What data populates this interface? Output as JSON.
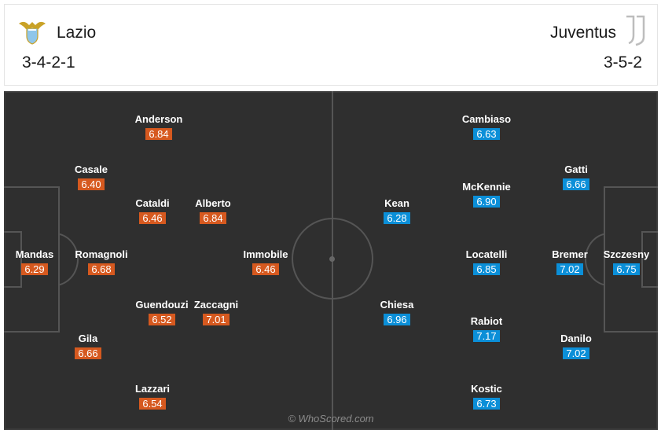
{
  "home": {
    "name": "Lazio",
    "formation": "3-4-2-1",
    "crest_icon": "lazio-eagle-crest-icon",
    "color": "#d6591f",
    "players": [
      {
        "name": "Anderson",
        "rating": "6.84"
      },
      {
        "name": "Casale",
        "rating": "6.40"
      },
      {
        "name": "Cataldi",
        "rating": "6.46"
      },
      {
        "name": "Alberto",
        "rating": "6.84"
      },
      {
        "name": "Mandas",
        "rating": "6.29"
      },
      {
        "name": "Romagnoli",
        "rating": "6.68"
      },
      {
        "name": "Immobile",
        "rating": "6.46"
      },
      {
        "name": "Guendouzi",
        "rating": "6.52"
      },
      {
        "name": "Zaccagni",
        "rating": "7.01"
      },
      {
        "name": "Gila",
        "rating": "6.66"
      },
      {
        "name": "Lazzari",
        "rating": "6.54"
      }
    ]
  },
  "away": {
    "name": "Juventus",
    "formation": "3-5-2",
    "crest_icon": "juventus-j-crest-icon",
    "color": "#0b8fd8",
    "players": [
      {
        "name": "Cambiaso",
        "rating": "6.63"
      },
      {
        "name": "Gatti",
        "rating": "6.66"
      },
      {
        "name": "Kean",
        "rating": "6.28"
      },
      {
        "name": "McKennie",
        "rating": "6.90"
      },
      {
        "name": "Locatelli",
        "rating": "6.85"
      },
      {
        "name": "Bremer",
        "rating": "7.02"
      },
      {
        "name": "Szczesny",
        "rating": "6.75"
      },
      {
        "name": "Chiesa",
        "rating": "6.96"
      },
      {
        "name": "Rabiot",
        "rating": "7.17"
      },
      {
        "name": "Danilo",
        "rating": "7.02"
      },
      {
        "name": "Kostic",
        "rating": "6.73"
      }
    ]
  },
  "watermark": "© WhoScored.com"
}
